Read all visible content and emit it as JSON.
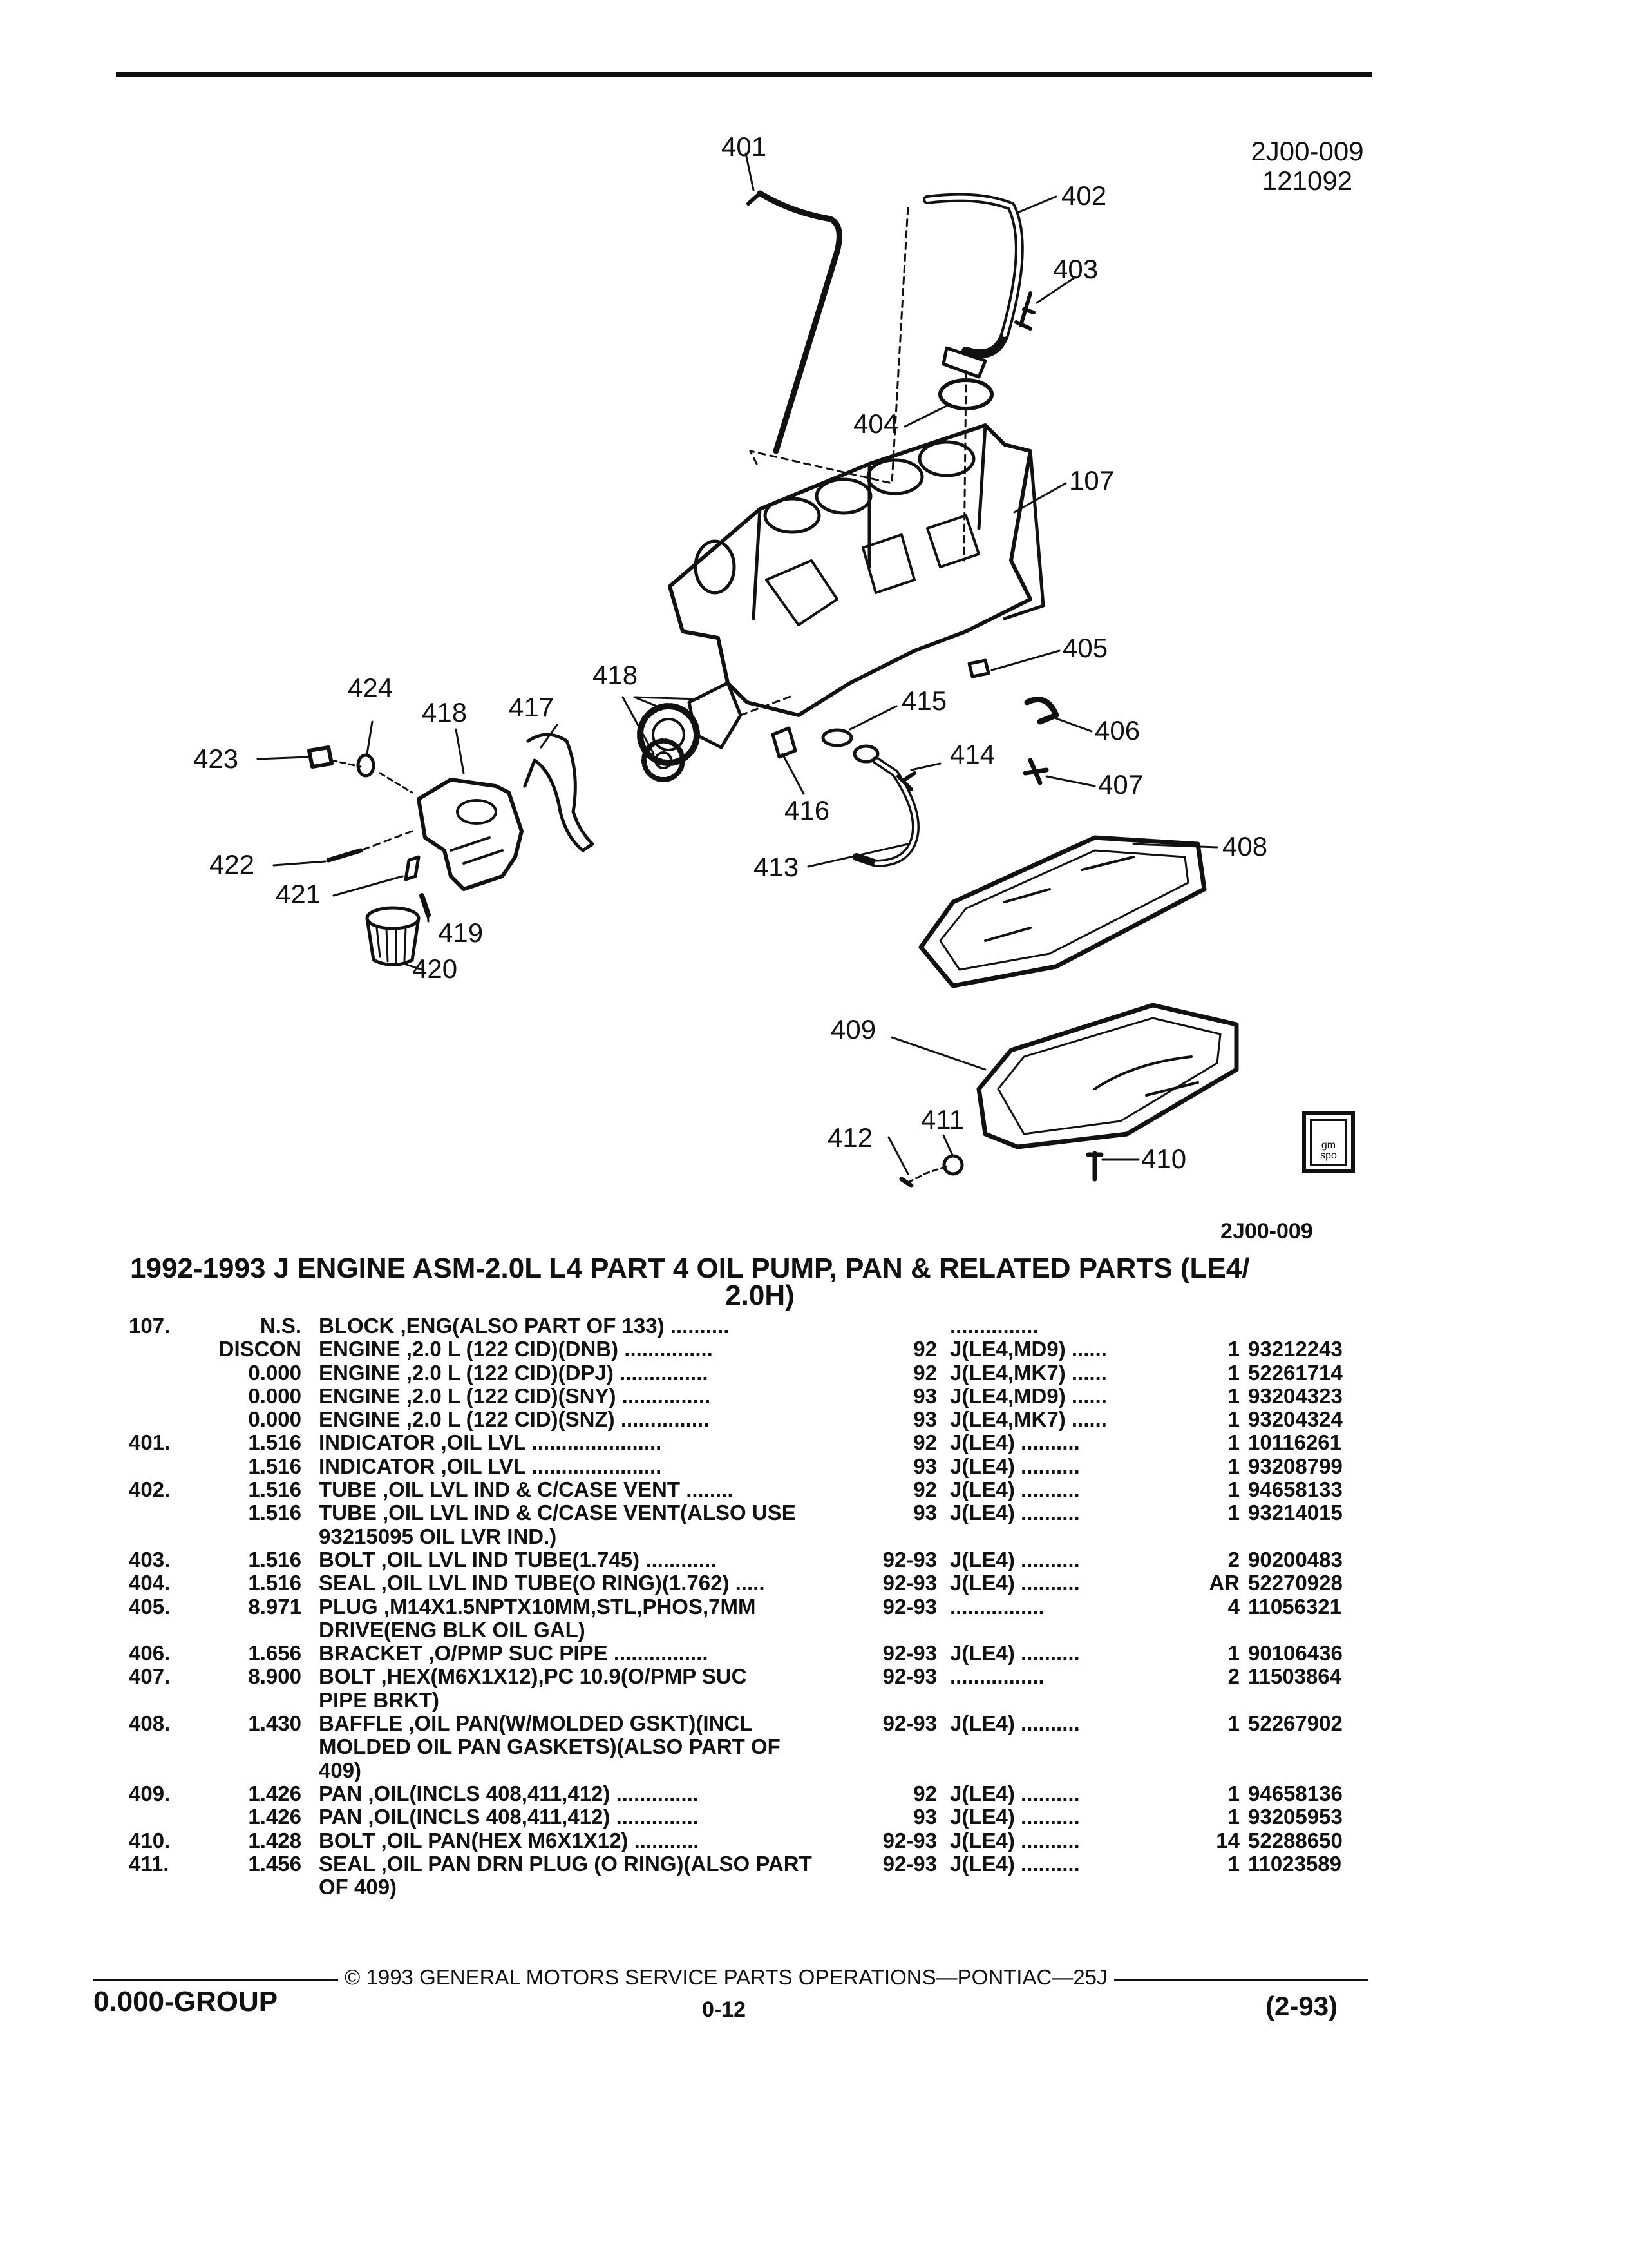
{
  "header": {
    "code_top": "2J00-009",
    "date_code": "121092"
  },
  "diagram": {
    "callouts": [
      "401",
      "402",
      "403",
      "404",
      "107",
      "405",
      "406",
      "407",
      "408",
      "409",
      "410",
      "411",
      "412",
      "413",
      "414",
      "415",
      "416",
      "417",
      "418",
      "418",
      "419",
      "420",
      "421",
      "422",
      "423",
      "424"
    ],
    "logo": "gm spo",
    "code_bottom": "2J00-009"
  },
  "title": {
    "line1": "1992-1993 J ENGINE ASM-2.0L L4 PART 4 OIL PUMP, PAN & RELATED PARTS (LE4/",
    "line2": "2.0H)"
  },
  "parts": [
    {
      "ref": "107.",
      "code": "N.S.",
      "desc": "BLOCK ,ENG(ALSO PART OF 133) ..........",
      "year": "",
      "model": "...............",
      "qty": "",
      "pn": ""
    },
    {
      "ref": "",
      "code": "DISCON",
      "desc": "ENGINE ,2.0 L (122 CID)(DNB) ...............",
      "year": "92",
      "model": "J(LE4,MD9) ......",
      "qty": "1",
      "pn": "93212243"
    },
    {
      "ref": "",
      "code": "0.000",
      "desc": "ENGINE ,2.0 L (122 CID)(DPJ) ...............",
      "year": "92",
      "model": "J(LE4,MK7) ......",
      "qty": "1",
      "pn": "52261714"
    },
    {
      "ref": "",
      "code": "0.000",
      "desc": "ENGINE ,2.0 L (122 CID)(SNY) ...............",
      "year": "93",
      "model": "J(LE4,MD9) ......",
      "qty": "1",
      "pn": "93204323"
    },
    {
      "ref": "",
      "code": "0.000",
      "desc": "ENGINE ,2.0 L (122 CID)(SNZ) ...............",
      "year": "93",
      "model": "J(LE4,MK7) ......",
      "qty": "1",
      "pn": "93204324"
    },
    {
      "ref": "401.",
      "code": "1.516",
      "desc": "INDICATOR ,OIL LVL ......................",
      "year": "92",
      "model": "J(LE4) ..........",
      "qty": "1",
      "pn": "10116261"
    },
    {
      "ref": "",
      "code": "1.516",
      "desc": "INDICATOR ,OIL LVL ......................",
      "year": "93",
      "model": "J(LE4) ..........",
      "qty": "1",
      "pn": "93208799"
    },
    {
      "ref": "402.",
      "code": "1.516",
      "desc": "TUBE ,OIL LVL IND & C/CASE VENT ........",
      "year": "92",
      "model": "J(LE4) ..........",
      "qty": "1",
      "pn": "94658133"
    },
    {
      "ref": "",
      "code": "1.516",
      "desc": "TUBE ,OIL LVL IND & C/CASE VENT(ALSO USE",
      "year": "93",
      "model": "J(LE4) ..........",
      "qty": "1",
      "pn": "93214015"
    },
    {
      "ref": "",
      "code": "",
      "desc": "93215095 OIL LVR IND.)",
      "year": "",
      "model": "",
      "qty": "",
      "pn": ""
    },
    {
      "ref": "403.",
      "code": "1.516",
      "desc": "BOLT ,OIL LVL IND TUBE(1.745) ............",
      "year": "92-93",
      "model": "J(LE4) ..........",
      "qty": "2",
      "pn": "90200483"
    },
    {
      "ref": "404.",
      "code": "1.516",
      "desc": "SEAL ,OIL LVL IND TUBE(O RING)(1.762) .....",
      "year": "92-93",
      "model": "J(LE4) ..........",
      "qty": "AR",
      "pn": "52270928"
    },
    {
      "ref": "405.",
      "code": "8.971",
      "desc": "PLUG ,M14X1.5NPTX10MM,STL,PHOS,7MM",
      "year": "92-93",
      "model": "................",
      "qty": "4",
      "pn": "11056321"
    },
    {
      "ref": "",
      "code": "",
      "desc": "DRIVE(ENG BLK OIL GAL)",
      "year": "",
      "model": "",
      "qty": "",
      "pn": ""
    },
    {
      "ref": "406.",
      "code": "1.656",
      "desc": "BRACKET ,O/PMP SUC PIPE ................",
      "year": "92-93",
      "model": "J(LE4) ..........",
      "qty": "1",
      "pn": "90106436"
    },
    {
      "ref": "407.",
      "code": "8.900",
      "desc": "BOLT ,HEX(M6X1X12),PC 10.9(O/PMP SUC",
      "year": "92-93",
      "model": "................",
      "qty": "2",
      "pn": "11503864"
    },
    {
      "ref": "",
      "code": "",
      "desc": "PIPE BRKT)",
      "year": "",
      "model": "",
      "qty": "",
      "pn": ""
    },
    {
      "ref": "408.",
      "code": "1.430",
      "desc": "BAFFLE ,OIL PAN(W/MOLDED GSKT)(INCL",
      "year": "92-93",
      "model": "J(LE4) ..........",
      "qty": "1",
      "pn": "52267902"
    },
    {
      "ref": "",
      "code": "",
      "desc": "MOLDED OIL PAN GASKETS)(ALSO PART OF",
      "year": "",
      "model": "",
      "qty": "",
      "pn": ""
    },
    {
      "ref": "",
      "code": "",
      "desc": "409)",
      "year": "",
      "model": "",
      "qty": "",
      "pn": ""
    },
    {
      "ref": "409.",
      "code": "1.426",
      "desc": "PAN ,OIL(INCLS 408,411,412) ..............",
      "year": "92",
      "model": "J(LE4) ..........",
      "qty": "1",
      "pn": "94658136"
    },
    {
      "ref": "",
      "code": "1.426",
      "desc": "PAN ,OIL(INCLS 408,411,412) ..............",
      "year": "93",
      "model": "J(LE4) ..........",
      "qty": "1",
      "pn": "93205953"
    },
    {
      "ref": "410.",
      "code": "1.428",
      "desc": "BOLT ,OIL PAN(HEX M6X1X12) ...........",
      "year": "92-93",
      "model": "J(LE4) ..........",
      "qty": "14",
      "pn": "52288650"
    },
    {
      "ref": "411.",
      "code": "1.456",
      "desc": "SEAL ,OIL PAN DRN PLUG (O RING)(ALSO PART",
      "year": "92-93",
      "model": "J(LE4) ..........",
      "qty": "1",
      "pn": "11023589"
    },
    {
      "ref": "",
      "code": "",
      "desc": "OF 409)",
      "year": "",
      "model": "",
      "qty": "",
      "pn": ""
    }
  ],
  "footer": {
    "copyright": "© 1993 GENERAL MOTORS SERVICE PARTS OPERATIONS—PONTIAC—25J",
    "group": "0.000-GROUP",
    "page": "0-12",
    "date": "(2-93)"
  }
}
